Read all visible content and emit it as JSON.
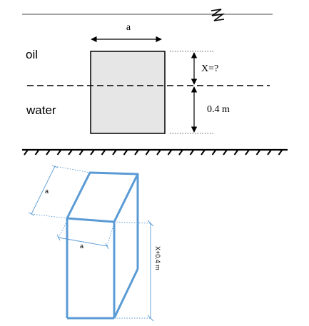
{
  "labels": {
    "oil": "oil",
    "water": "water",
    "width_top": "a",
    "x_unknown": "X=?",
    "depth_water": "0.4 m",
    "iso_side_a": "a",
    "iso_bottom_a": "a",
    "iso_height": "X+0.4 m"
  },
  "colors": {
    "block_fill": "#e6e6e6",
    "block_stroke": "#000000",
    "iso_stroke": "#5b9bd5",
    "dotted": "#555555",
    "surface": "#6e6e6e"
  },
  "icons": {
    "free_surface": "water-surface-symbol-icon",
    "ground": "ground-hatch-icon"
  }
}
